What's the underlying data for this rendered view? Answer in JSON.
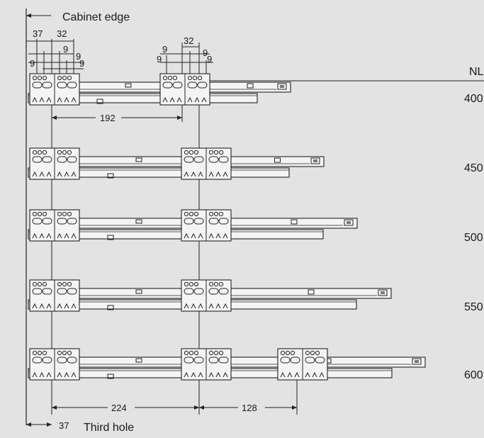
{
  "labels": {
    "cabinet_edge": "Cabinet edge",
    "third_hole": "Third hole",
    "nl_header": "NL"
  },
  "dimensions": {
    "top_37": "37",
    "top_32_left": "32",
    "top_9_a": "9",
    "top_9_b": "9",
    "top_9_c": "9",
    "top_9_d": "9",
    "top_9_e": "9",
    "top_32_right": "32",
    "top_9_f": "9",
    "top_9_g": "9",
    "top_9_h": "9",
    "spacing_192": "192",
    "spacing_224": "224",
    "spacing_128": "128",
    "bottom_37": "37"
  },
  "rows": [
    {
      "nl": "400"
    },
    {
      "nl": "450"
    },
    {
      "nl": "500"
    },
    {
      "nl": "550"
    },
    {
      "nl": "600"
    }
  ],
  "colors": {
    "background": "#e3e3e3",
    "line": "#222222",
    "part_fill": "#f4f4f4"
  }
}
